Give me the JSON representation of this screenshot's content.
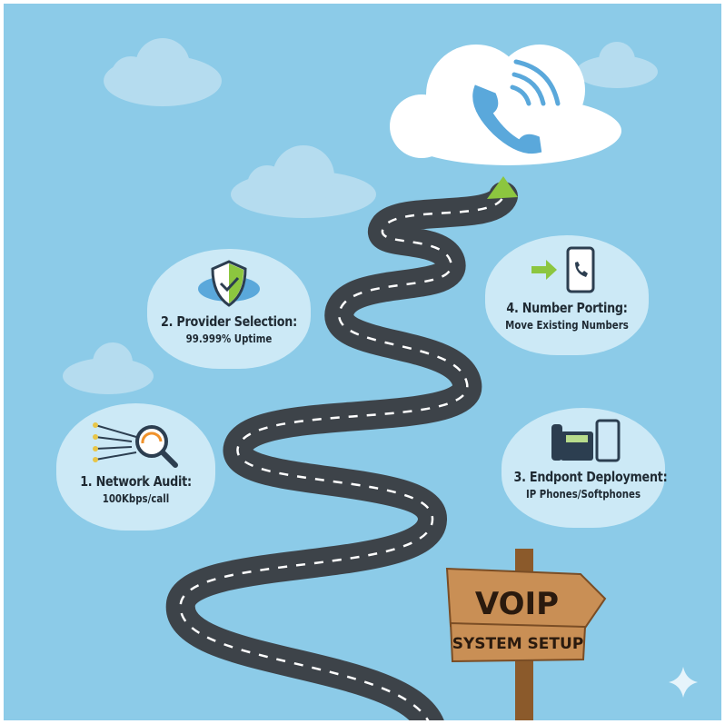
{
  "steps": [
    {
      "title": "1. Network Audit:",
      "sub": "100Kbps/call",
      "icon": "network-speed-icon"
    },
    {
      "title": "2. Provider Selection:",
      "sub": "99.999% Uptime",
      "icon": "shield-check-icon"
    },
    {
      "title": "3. Endpont Deployment:",
      "sub": "IP Phones/Softphones",
      "icon": "desk-phone-icon"
    },
    {
      "title": "4. Number Porting:",
      "sub": "Move Existing Numbers",
      "icon": "mobile-port-icon"
    }
  ],
  "sign": {
    "line1": "VOIP",
    "line2": "SYSTEM SETUP"
  },
  "colors": {
    "sky": "#8ccbe8",
    "road": "#3d4349",
    "wood": "#c98f55",
    "accent": "#8cc63f"
  }
}
